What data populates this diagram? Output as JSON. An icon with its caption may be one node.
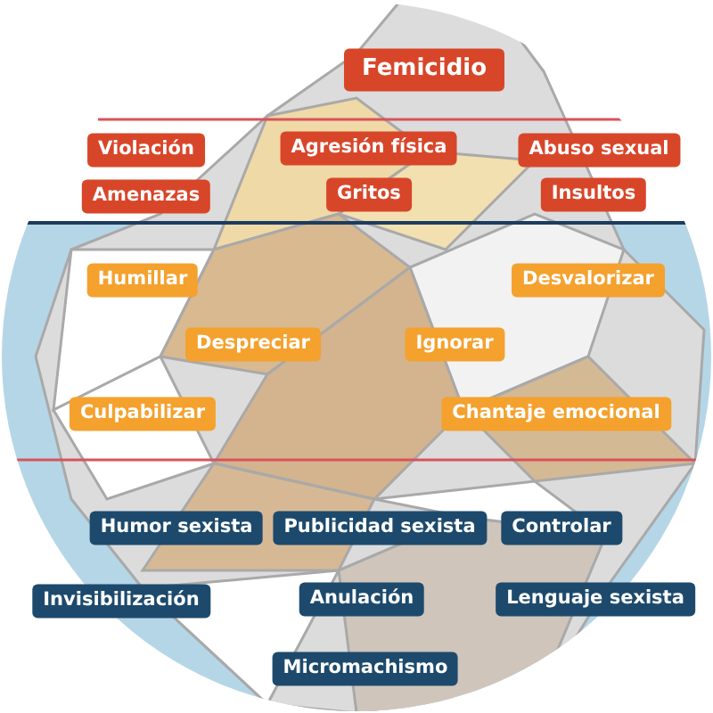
{
  "diagram": {
    "nodes": [
      {
        "text": [
          "Femicidio"
        ]
      },
      {
        "text": [
          "Violación"
        ]
      },
      {
        "text": [
          "Agresión física"
        ]
      },
      {
        "text": [
          "Abuso sexual"
        ]
      },
      {
        "text": [
          "Amenazas"
        ]
      },
      {
        "text": [
          "Gritos"
        ]
      },
      {
        "text": [
          "Insultos"
        ]
      },
      {
        "text": [
          "Humillar"
        ]
      },
      {
        "text": [
          "Desvalorizar"
        ]
      },
      {
        "text": [
          "Despreciar"
        ]
      },
      {
        "text": [
          "Ignorar"
        ]
      },
      {
        "text": [
          "Culpabilizar"
        ]
      },
      {
        "text": [
          "Chantaje emocional"
        ]
      },
      {
        "text": [
          "Humor sexista"
        ]
      },
      {
        "text": [
          "Publicidad sexista"
        ]
      },
      {
        "text": [
          "Controlar"
        ]
      },
      {
        "text": [
          "Invisibilización"
        ]
      },
      {
        "text": [
          "Anulación"
        ]
      },
      {
        "text": [
          "Lenguaje sexista"
        ]
      },
      {
        "text": [
          "Micromachismo"
        ]
      }
    ],
    "edges": []
  }
}
